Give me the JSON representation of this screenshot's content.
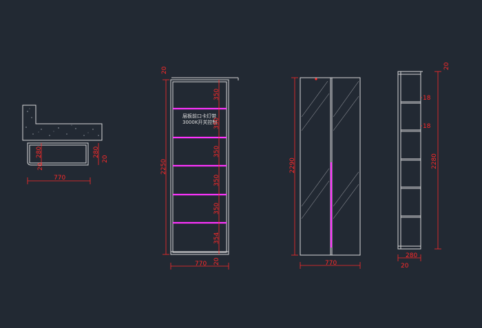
{
  "colors": {
    "background": "#222933",
    "outline": "#d8d8d8",
    "dimension": "#ff2a2a",
    "led_strip": "#ff33ff"
  },
  "plan": {
    "width": "770",
    "depth_a": "280",
    "depth_b": "280",
    "thick_a": "20",
    "thick_b": "20"
  },
  "front": {
    "top_thickness": "20",
    "height": "2250",
    "width": "770",
    "bottom_thickness": "20",
    "shelf_gaps": [
      "350",
      "350",
      "350",
      "350",
      "350",
      "354"
    ],
    "note_line1": "层板前口卡灯带",
    "note_line2": "3000K开关控制"
  },
  "door": {
    "height": "2290",
    "width": "770"
  },
  "side": {
    "top_thickness": "20",
    "shelf_thick_1": "18",
    "shelf_thick_2": "18",
    "height": "2280",
    "depth": "280",
    "bottom_thickness": "20"
  }
}
